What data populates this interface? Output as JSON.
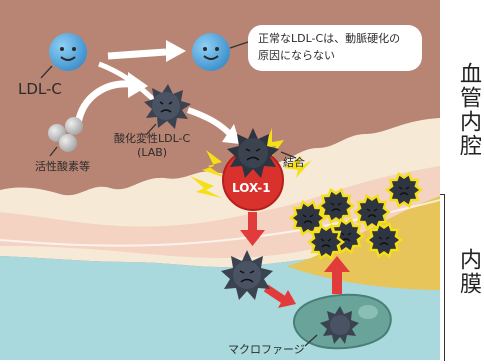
{
  "labels": {
    "ldl_c": "LDL-C",
    "normal_note": "正常なLDL-Cは、動脈硬化の\n原因にならない",
    "reactive_oxygen": "活性酸素等",
    "oxidized_ldl": "酸化変性LDL-C\n(LAB)",
    "lox1": "LOX-1",
    "binding": "結合",
    "macrophage": "マクロファージ"
  },
  "side_labels": {
    "lumen": "血管内腔",
    "intima": "内膜"
  },
  "colors": {
    "lumen_bg": "#b88473",
    "wall_cream": "#f6ead7",
    "wall_pink": "#f3cfc0",
    "intima_bg": "#a9d9dd",
    "intima_yellow": "#e7c55b",
    "ldl_blue": "#5aa6d8",
    "oxidized_dark": "#3b4350",
    "glow_yellow": "#f5df16",
    "lox1_red": "#d9322d",
    "arrow_red": "#e23b3b",
    "macrophage_green": "#6aa39a"
  }
}
